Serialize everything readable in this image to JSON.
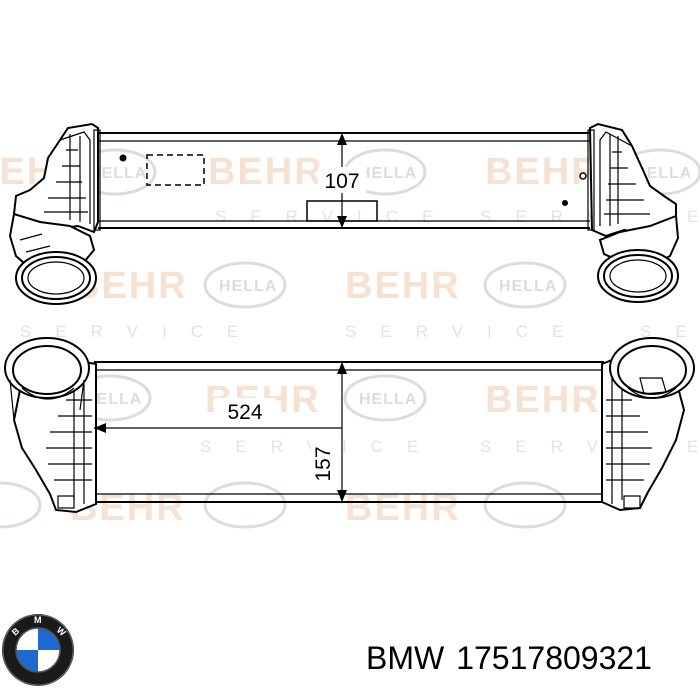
{
  "watermark": {
    "brand1": "BEHR",
    "brand2": "HELLA",
    "service": "SERVICE"
  },
  "dimensions": {
    "height_top": "107",
    "length": "524",
    "height_bottom": "157"
  },
  "caption": {
    "brand": "BMW",
    "part_number": "17517809321"
  },
  "colors": {
    "behr_watermark": "#f6e2d2",
    "hella_watermark": "#d8dde4",
    "bmw_blue": "#1c69d4"
  },
  "logo": {
    "icon": "bmw-roundel-icon"
  }
}
